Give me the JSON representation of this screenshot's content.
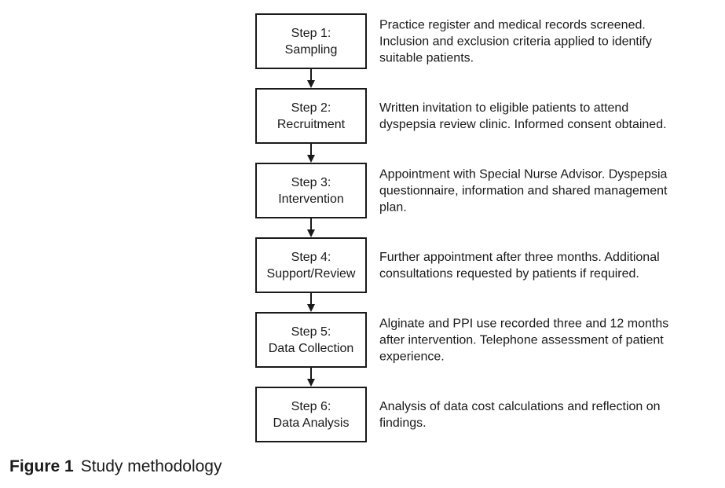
{
  "figure": {
    "caption_label": "Figure 1",
    "caption_title": "Study methodology"
  },
  "colors": {
    "ink": "#1a1a1a",
    "background": "#ffffff"
  },
  "steps": [
    {
      "step": "Step 1:",
      "name": "Sampling",
      "description": "Practice register and medical records screened.\nInclusion and exclusion criteria applied to identify\nsuitable patients."
    },
    {
      "step": "Step 2:",
      "name": "Recruitment",
      "description": "Written invitation to eligible patients to attend\ndyspepsia review clinic. Informed consent obtained."
    },
    {
      "step": "Step 3:",
      "name": "Intervention",
      "description": "Appointment with Special Nurse Advisor. Dyspepsia\nquestionnaire, information and shared management\nplan."
    },
    {
      "step": "Step 4:",
      "name": "Support/Review",
      "description": "Further appointment after three months. Additional\nconsultations requested by patients if required."
    },
    {
      "step": "Step 5:",
      "name": "Data Collection",
      "description": "Alginate and PPI use recorded three and 12 months\nafter intervention. Telephone assessment of patient\nexperience."
    },
    {
      "step": "Step 6:",
      "name": "Data Analysis",
      "description": "Analysis of data cost calculations and reflection on\nfindings."
    }
  ]
}
